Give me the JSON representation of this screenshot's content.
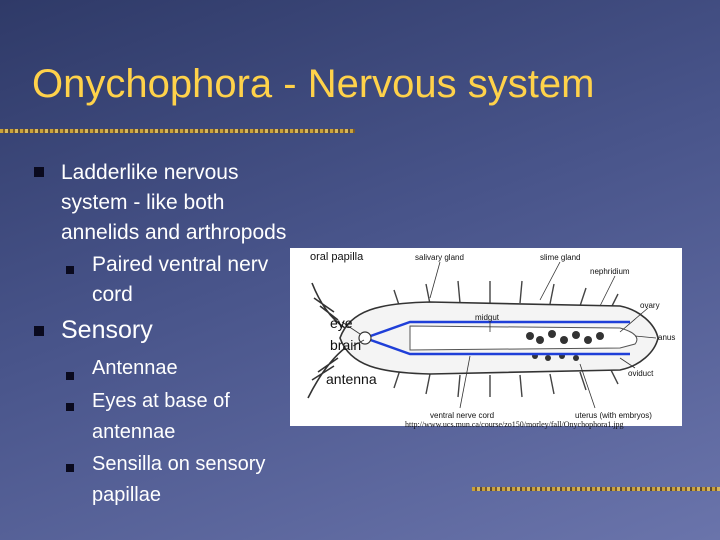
{
  "slide": {
    "title": "Onychophora - Nervous system",
    "bullets": {
      "b1": {
        "lines": [
          "Ladderlike nervous",
          "system - like both",
          "annelids and arthropods"
        ]
      },
      "b1_sub": {
        "lines": [
          "Paired ventral nerv",
          "cord"
        ]
      },
      "b2": {
        "label": "Sensory"
      },
      "b2_subs": [
        {
          "lines": [
            "Antennae"
          ]
        },
        {
          "lines": [
            "Eyes at base of",
            "antennae"
          ]
        },
        {
          "lines": [
            "Sensilla on sensory",
            "papillae"
          ]
        }
      ]
    }
  },
  "figure": {
    "labels": {
      "oral_papilla": "oral papilla",
      "salivary_gland": "salivary gland",
      "slime_gland": "slime gland",
      "nephridium": "nephridium",
      "ovary": "ovary",
      "eye": "eye",
      "brain": "brain",
      "midgut": "midgut",
      "anus": "anus",
      "antenna": "antenna",
      "oviduct": "oviduct",
      "ventral_nerve_cord": "ventral nerve cord",
      "uterus": "uterus (with embryos)"
    },
    "source_url": "http://www.ucs.mun.ca/course/zo150/morley/fall/Onychophora1.jpg"
  },
  "colors": {
    "title": "#ffd24a",
    "text": "#ffffff",
    "bullet": "#0a0a1e",
    "background": "#48548a"
  }
}
